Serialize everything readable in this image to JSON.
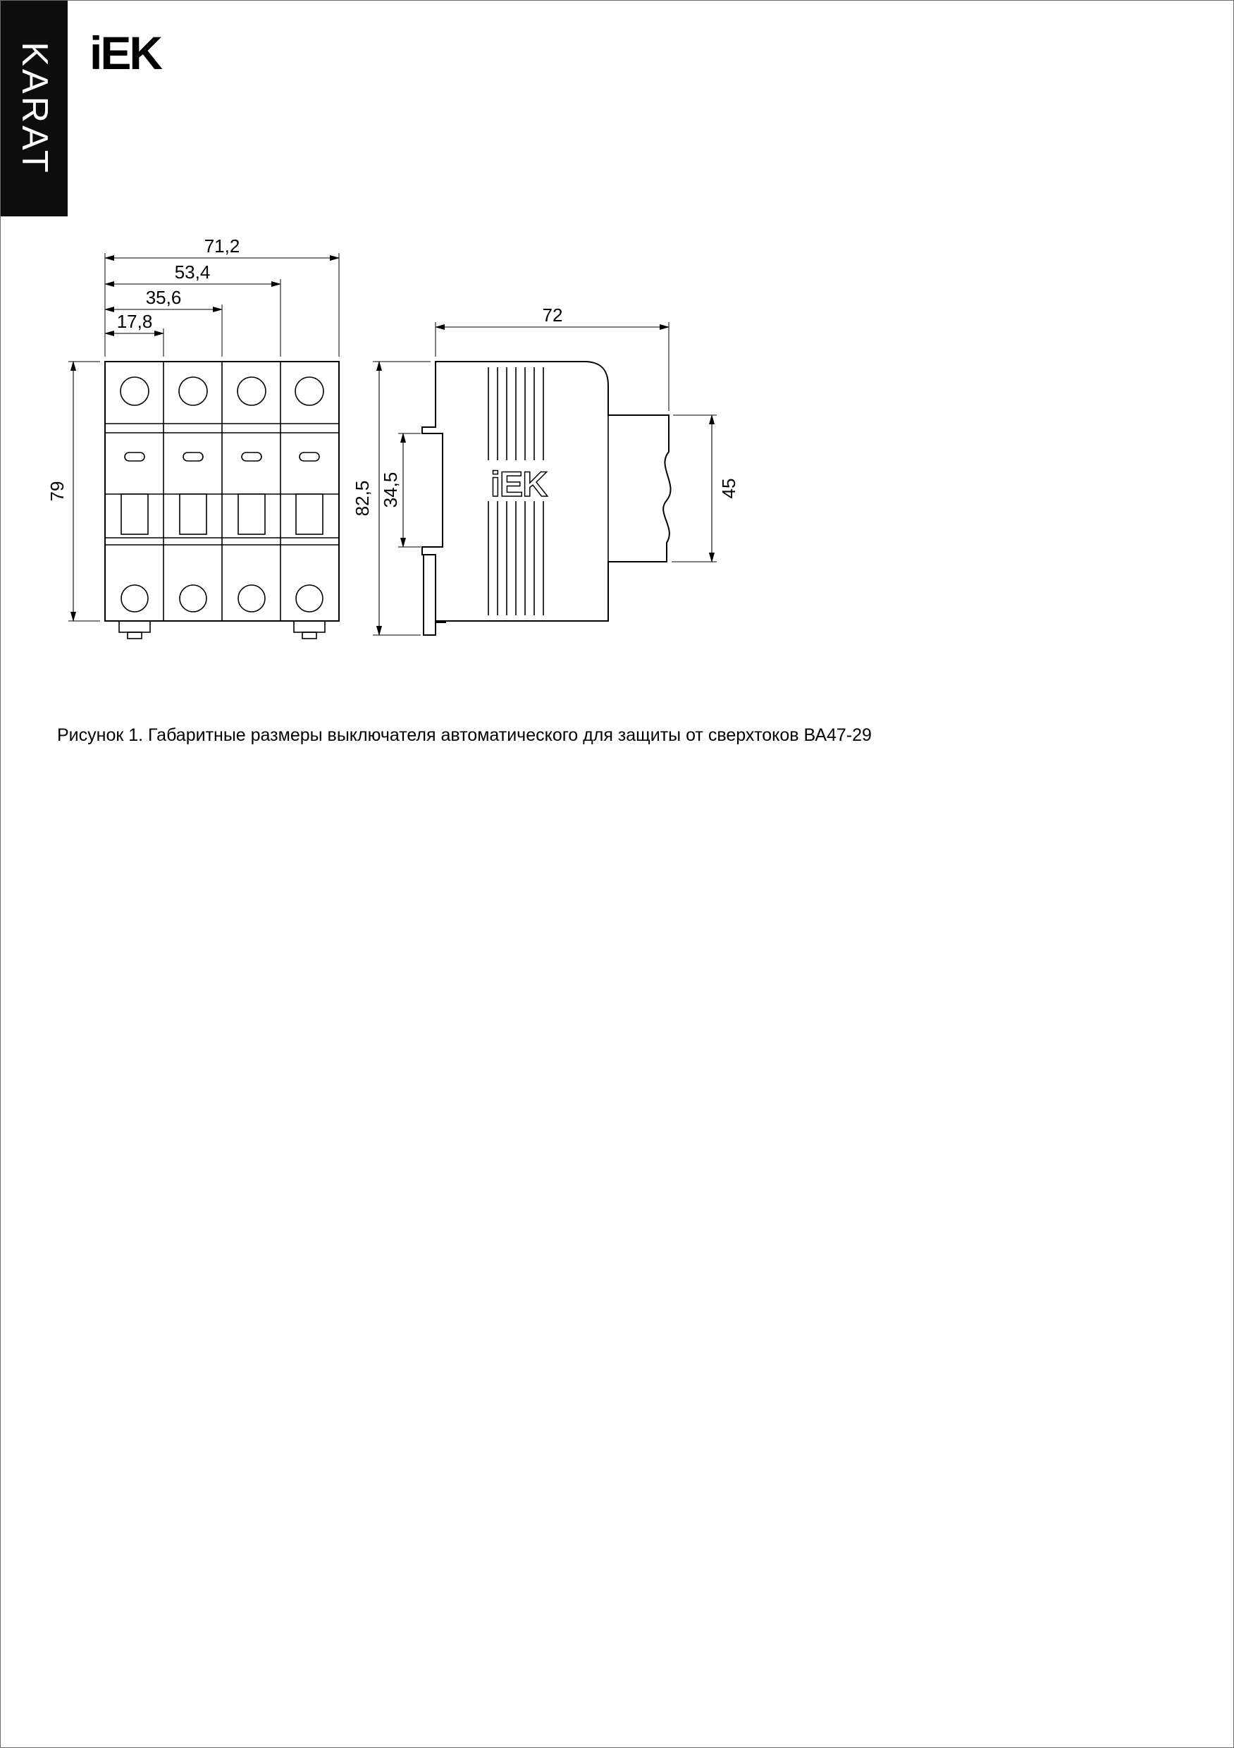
{
  "brand": {
    "karat": "KARAT",
    "iek": "iEK"
  },
  "figure": {
    "caption": "Рисунок 1. Габаритные размеры выключателя автоматического для защиты от сверхтоков ВА47-29"
  },
  "dimensions": {
    "front_view": {
      "width_total": "71,2",
      "width_three_modules": "53,4",
      "width_two_modules": "35,6",
      "width_one_module": "17,8",
      "height": "79"
    },
    "side_view": {
      "depth": "72",
      "height_total": "82,5",
      "din_rail_channel": "34,5",
      "front_height": "45"
    }
  }
}
